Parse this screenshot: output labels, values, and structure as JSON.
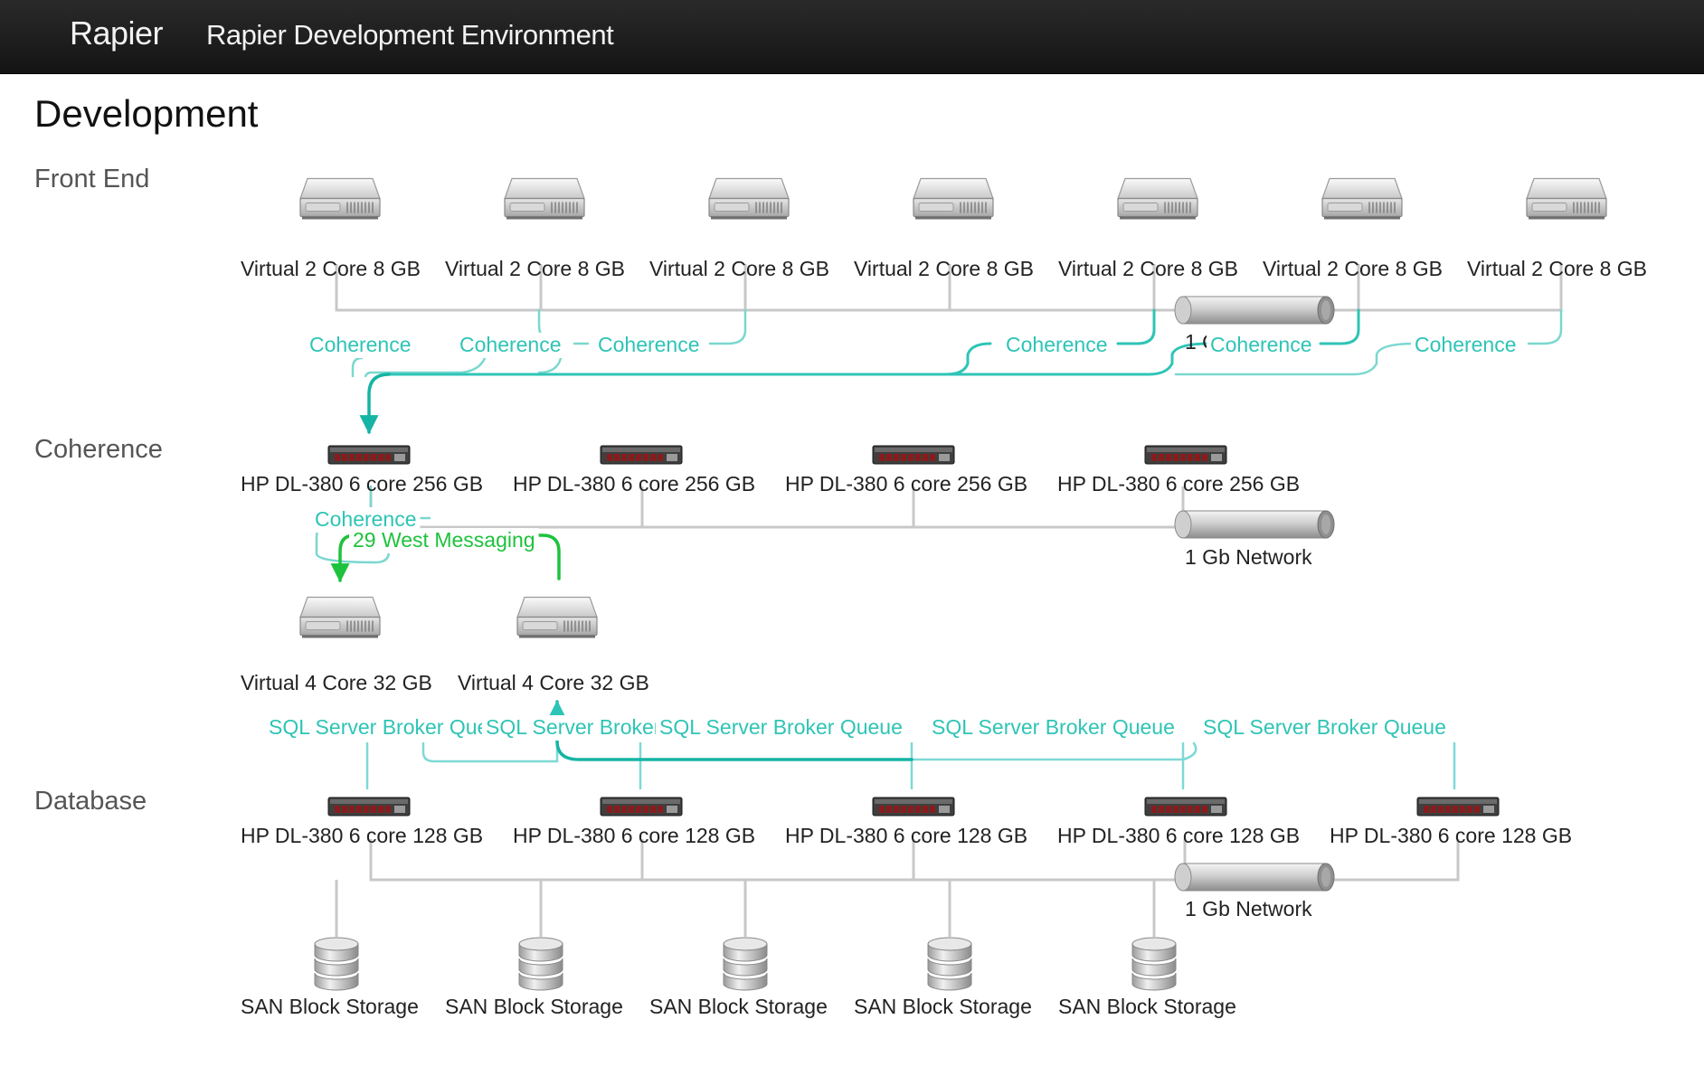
{
  "navbar": {
    "brand": "Rapier",
    "link": "Rapier Development Environment"
  },
  "page": {
    "title": "Development"
  },
  "sections": {
    "front_end": "Front End",
    "coherence": "Coherence",
    "database": "Database"
  },
  "colors": {
    "coherence_link": "#2ec4b6",
    "coherence_link_strong": "#16b4a4",
    "messaging_link": "#1ec23c",
    "network_line": "#c8c8c8",
    "sql_queue_link": "#7ed9d6"
  },
  "diagram": {
    "front_end_servers": [
      {
        "label": "Virtual 2 Core 8 GB",
        "icon": "virtual-server-icon"
      },
      {
        "label": "Virtual 2 Core 8 GB",
        "icon": "virtual-server-icon"
      },
      {
        "label": "Virtual 2 Core 8 GB",
        "icon": "virtual-server-icon"
      },
      {
        "label": "Virtual 2 Core 8 GB",
        "icon": "virtual-server-icon"
      },
      {
        "label": "Virtual 2 Core 8 GB",
        "icon": "virtual-server-icon"
      },
      {
        "label": "Virtual 2 Core 8 GB",
        "icon": "virtual-server-icon"
      },
      {
        "label": "Virtual 2 Core 8 GB",
        "icon": "virtual-server-icon"
      }
    ],
    "front_end_network": {
      "label": "1 Gb Network",
      "icon": "network-cylinder-icon"
    },
    "front_end_links": [
      {
        "label": "Coherence"
      },
      {
        "label": "Coherence"
      },
      {
        "label": "Coherence"
      },
      {
        "label": "Coherence"
      },
      {
        "label": "Coherence"
      },
      {
        "label": "Coherence"
      }
    ],
    "coherence_servers": [
      {
        "label": "HP DL-380 6 core 256 GB",
        "icon": "rack-server-icon"
      },
      {
        "label": "HP DL-380 6 core 256 GB",
        "icon": "rack-server-icon"
      },
      {
        "label": "HP DL-380 6 core 256 GB",
        "icon": "rack-server-icon"
      },
      {
        "label": "HP DL-380 6 core 256 GB",
        "icon": "rack-server-icon"
      }
    ],
    "coherence_network": {
      "label": "1 Gb Network",
      "icon": "network-cylinder-icon"
    },
    "coherence_link": {
      "label": "Coherence"
    },
    "messaging_link": {
      "label": "29 West Messaging"
    },
    "app_servers": [
      {
        "label": "Virtual 4 Core 32 GB",
        "icon": "virtual-server-icon"
      },
      {
        "label": "Virtual 4 Core 32 GB",
        "icon": "virtual-server-icon"
      }
    ],
    "sql_queues": [
      {
        "label": "SQL Server Broker Queue"
      },
      {
        "label": "SQL Server Broker Queue"
      },
      {
        "label": "SQL Server Broker Queue"
      },
      {
        "label": "SQL Server Broker Queue"
      },
      {
        "label": "SQL Server Broker Queue"
      }
    ],
    "database_servers": [
      {
        "label": "HP DL-380 6 core 128 GB",
        "icon": "rack-server-icon"
      },
      {
        "label": "HP DL-380 6 core 128 GB",
        "icon": "rack-server-icon"
      },
      {
        "label": "HP DL-380 6 core 128 GB",
        "icon": "rack-server-icon"
      },
      {
        "label": "HP DL-380 6 core 128 GB",
        "icon": "rack-server-icon"
      },
      {
        "label": "HP DL-380 6 core 128 GB",
        "icon": "rack-server-icon"
      }
    ],
    "database_network": {
      "label": "1 Gb Network",
      "icon": "network-cylinder-icon"
    },
    "storage": [
      {
        "label": "SAN Block Storage",
        "icon": "database-storage-icon"
      },
      {
        "label": "SAN Block Storage",
        "icon": "database-storage-icon"
      },
      {
        "label": "SAN Block Storage",
        "icon": "database-storage-icon"
      },
      {
        "label": "SAN Block Storage",
        "icon": "database-storage-icon"
      },
      {
        "label": "SAN Block Storage",
        "icon": "database-storage-icon"
      }
    ]
  }
}
